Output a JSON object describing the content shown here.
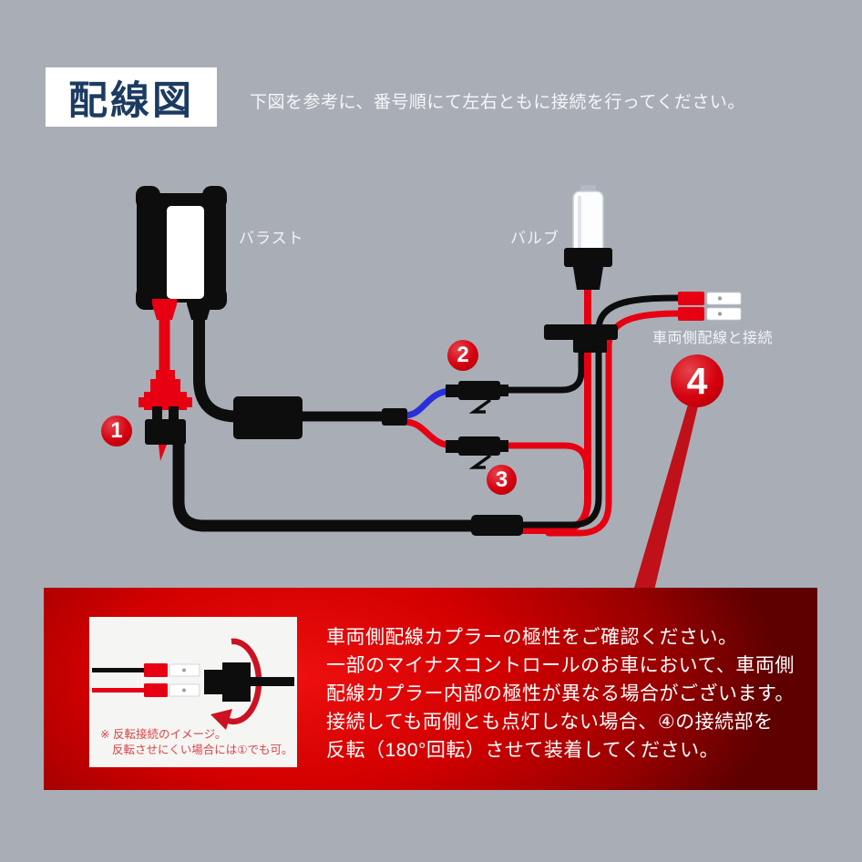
{
  "header": {
    "title": "配線図",
    "instruction": "下図を参考に、番号順にて左右ともに接続を行ってください。"
  },
  "diagram": {
    "labels": {
      "ballast": "バラスト",
      "bulb": "バルブ",
      "vehicle_side": "車両側配線と接続"
    },
    "steps": [
      "1",
      "2",
      "3",
      "4"
    ],
    "colors": {
      "background": "#a9aeb6",
      "title_navy": "#1c3b60",
      "wire_red": "#e60012",
      "wire_blue": "#2b2fd9",
      "wire_black": "#0d0d0d",
      "step_circle_red": "#d5000f",
      "notice_box_red": "#d20000"
    }
  },
  "notice": {
    "lines": [
      "車両側配線カプラーの極性をご確認ください。",
      "一部のマイナスコントロールのお車において、車両側",
      "配線カプラー内部の極性が異なる場合がございます。",
      "接続しても両側とも点灯しない場合、④の接続部を",
      "反転（180°回転）させて装着してください。"
    ],
    "inset": {
      "caption_line1": "※ 反転接続のイメージ。",
      "caption_line2": "反転させにくい場合には①でも可。"
    }
  }
}
